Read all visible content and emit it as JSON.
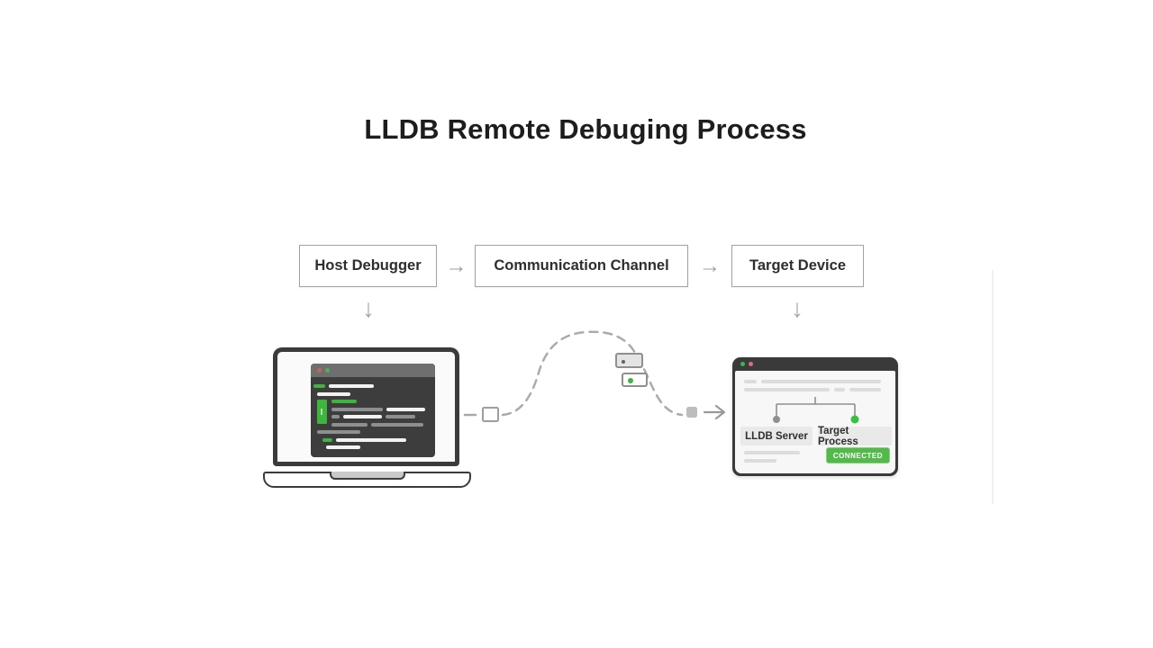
{
  "title": "LLDB Remote Debuging Process",
  "flow": {
    "nodes": [
      "Host Debugger",
      "Communication Channel",
      "Target Device"
    ],
    "right_arrow": "→",
    "down_arrow": "↓"
  },
  "palette": {
    "g": "#3fb53f",
    "w": "#f2f2f2",
    "x": "#8f8f8f",
    "d": "#dcdcdc"
  },
  "laptop": {
    "terminal": {
      "titlebar_dots": [
        "#c4635f",
        "#5bab50"
      ],
      "rows": [
        {
          "ml": 0,
          "bars": [
            [
              "g",
              13
            ],
            [
              "w",
              50
            ]
          ]
        },
        {
          "ml": 4,
          "bars": [
            [
              "w",
              37
            ]
          ]
        },
        {
          "ml": 20,
          "bars": [
            [
              "g",
              28
            ]
          ]
        },
        {
          "ml": 20,
          "bars": [
            [
              "x",
              57
            ],
            [
              "w",
              43
            ]
          ]
        },
        {
          "ml": 20,
          "bars": [
            [
              "x",
              9
            ],
            [
              "w",
              43
            ],
            [
              "x",
              33
            ]
          ]
        },
        {
          "ml": 20,
          "bars": [
            [
              "x",
              40
            ],
            [
              "x",
              58
            ]
          ]
        },
        {
          "ml": 4,
          "bars": [
            [
              "x",
              48
            ]
          ]
        },
        {
          "ml": 10,
          "bars": [
            [
              "g",
              11
            ],
            [
              "w",
              78
            ]
          ]
        },
        {
          "ml": 14,
          "bars": [
            [
              "w",
              38
            ]
          ]
        }
      ]
    }
  },
  "channel": {
    "packets": [
      {
        "fill": "#e4e4e4",
        "dot": "#606060"
      },
      {
        "fill": "#ffffff",
        "dot": "#44b044"
      }
    ]
  },
  "device": {
    "titlebar_dots": [
      "#3cb54a",
      "#e0698c"
    ],
    "skeleton_top": [
      {
        "ml": 0,
        "bars": [
          [
            "d",
            14
          ],
          [
            "d",
            133
          ]
        ]
      },
      {
        "ml": 0,
        "bars": [
          [
            "d",
            95
          ],
          [
            "d",
            12
          ],
          [
            "d",
            35
          ]
        ]
      }
    ],
    "nodes": [
      {
        "label": "LLDB Server"
      },
      {
        "label": "Target Process"
      }
    ],
    "node_dots": [
      "#8f8f8f",
      "#35c33f"
    ],
    "skeleton_bottom": [
      {
        "ml": 0,
        "bars": [
          [
            "d",
            62
          ]
        ]
      },
      {
        "ml": 0,
        "bars": [
          [
            "d",
            36
          ]
        ]
      }
    ],
    "status_badge": {
      "label": "CONNECTED",
      "bg": "#53b94a"
    }
  }
}
